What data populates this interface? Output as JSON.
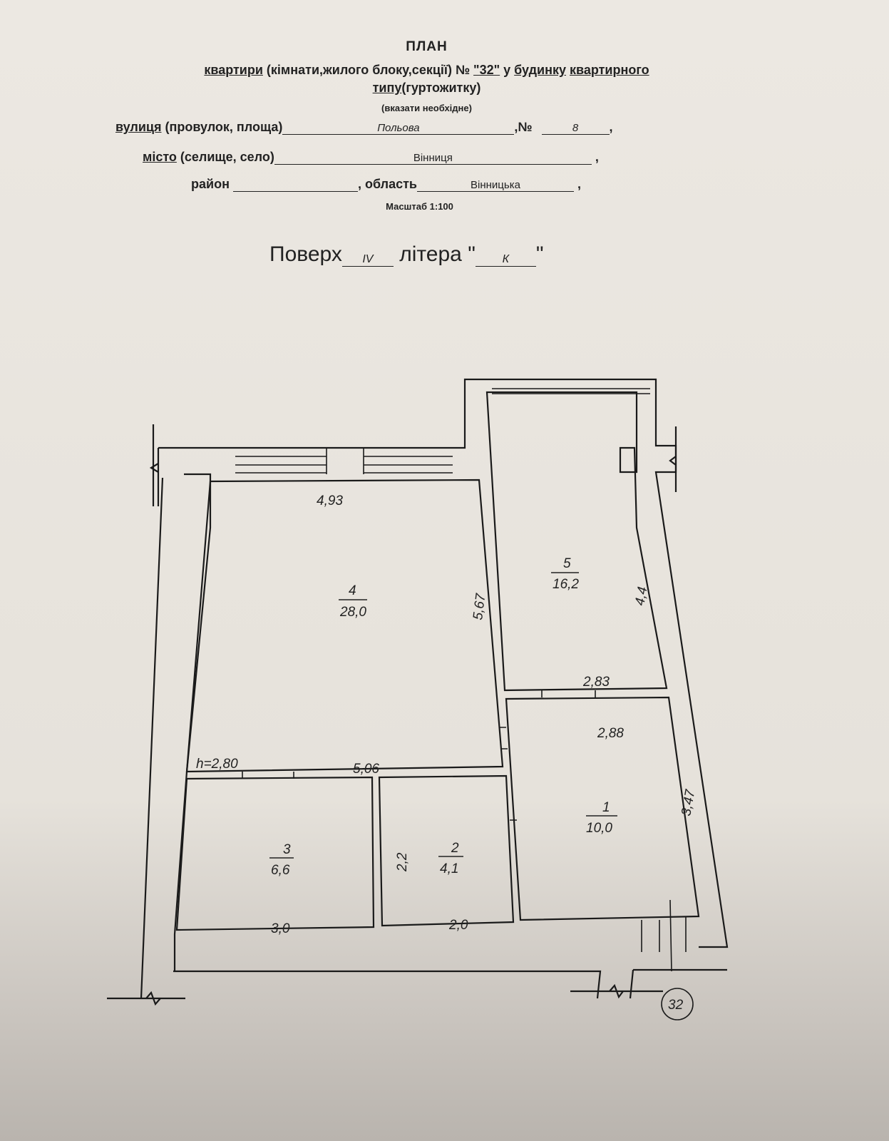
{
  "header": {
    "title": "ПЛАН",
    "line1_a": "квартири",
    "line1_b": " (кімнати,жилого блоку,секції) № ",
    "apt_number": "\"32\"",
    "line1_c": " у ",
    "line1_d": "будинку",
    "line1_e": "квартирного",
    "line2_a": "типу",
    "line2_b": "(гуртожитку)",
    "note": "(вказати необхідне)",
    "street_label_a": "вулиця",
    "street_label_b": " (провулок, площа)",
    "street_value": "Польова",
    "number_label": ",№",
    "number_value": "8",
    "city_label_a": "місто",
    "city_label_b": " (селище, село)",
    "city_value": "Вінниця",
    "district_label": "район",
    "region_label": ", область",
    "region_value": "Вінницька",
    "scale": "Масштаб 1:100",
    "floor_label": "Поверх",
    "floor_value": "IV",
    "letter_label": "літера",
    "letter_value": "К"
  },
  "plan": {
    "rooms": [
      {
        "number": "4",
        "area": "28,0"
      },
      {
        "number": "5",
        "area": "16,2"
      },
      {
        "number": "1",
        "area": "10,0"
      },
      {
        "number": "3",
        "area": "6,6"
      },
      {
        "number": "2",
        "area": "4,1"
      }
    ],
    "dimensions": {
      "r4_top": "4,93",
      "r4_side": "5,67",
      "r4_bottom": "5,06",
      "height": "h=2,80",
      "r5_side": "4,4",
      "r5_bottom": "2,83",
      "r1_top": "2,88",
      "r1_side": "3,47",
      "r2_side": "2,2",
      "r2_bottom": "2,0",
      "r3_bottom": "3,0"
    },
    "apartment_marker": "32"
  }
}
